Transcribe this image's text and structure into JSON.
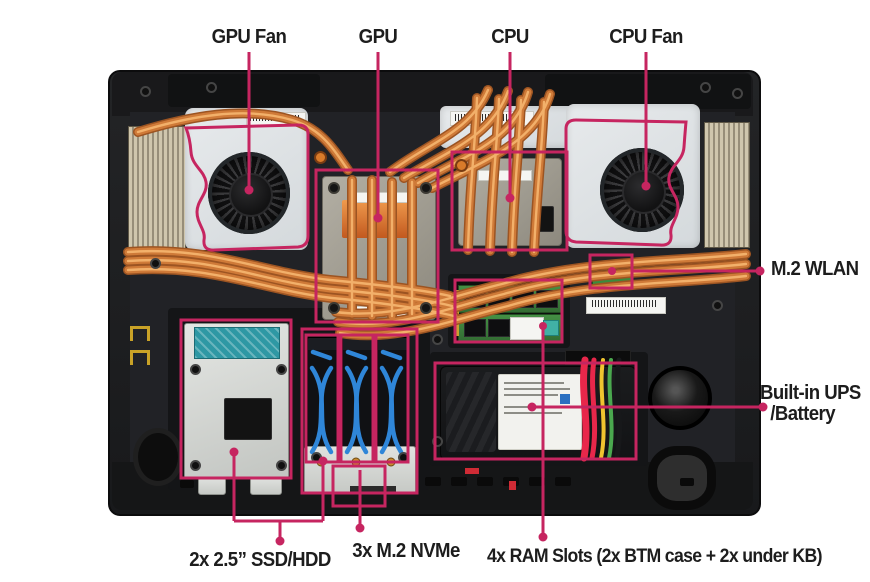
{
  "callouts": {
    "gpu_fan": {
      "label": "GPU Fan"
    },
    "gpu": {
      "label": "GPU"
    },
    "cpu": {
      "label": "CPU"
    },
    "cpu_fan": {
      "label": "CPU Fan"
    },
    "m2_wlan": {
      "label": "M.2 WLAN"
    },
    "battery": {
      "label_line1": "Built-in UPS",
      "label_line2": "/Battery"
    },
    "ssd_hdd": {
      "label": "2x 2.5” SSD/HDD"
    },
    "m2_nvme": {
      "label": "3x M.2 NVMe"
    },
    "ram_slots": {
      "label": "4x RAM Slots (2x BTM case + 2x under KB)"
    }
  },
  "colors": {
    "annotation_accent": "#c62560",
    "label_text": "#1d1d1d",
    "background": "#ffffff",
    "chassis_dark": "#1e1f21",
    "copper_heatpipe": "#cf7a38",
    "fan_housing_gray": "#e2e6e8",
    "ram_pcb_green": "#3f8a3f",
    "ssd_accent_blue": "#2f86d8",
    "heatsink_fins_tan": "#c9bfa6",
    "battery_cable_red": "#e8274a",
    "battery_cable_yellow": "#efc42f",
    "battery_cable_green": "#4aa84e",
    "drive_bay_pcb_teal": "#2e98a4"
  }
}
